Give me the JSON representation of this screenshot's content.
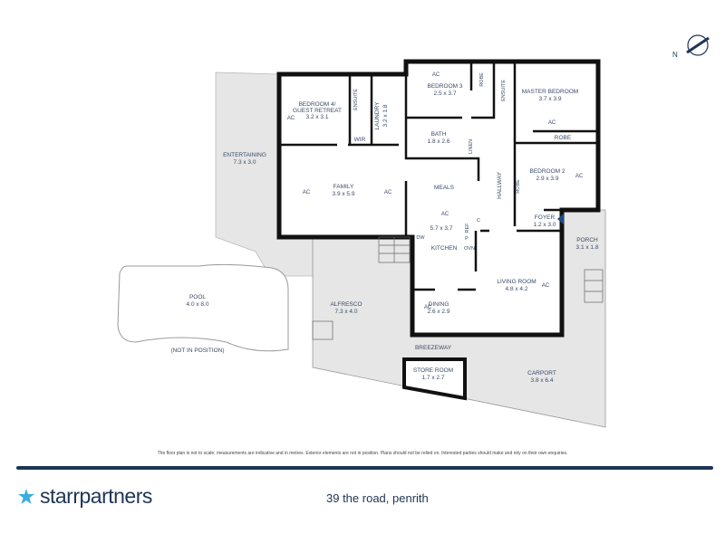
{
  "plan": {
    "compass_label": "N",
    "rooms": {
      "bedroom4": {
        "name": "BEDROOM 4/",
        "name2": "GUEST RETREAT",
        "dims": "3.2 x 3.1"
      },
      "ensuite1": {
        "name": "ENSUITE"
      },
      "wir": {
        "name": "WIR"
      },
      "laundry": {
        "name": "LAUNDRY",
        "dims": "3.2 x 1.8"
      },
      "bedroom3": {
        "name": "BEDROOM 3",
        "dims": "2.5 x 3.7"
      },
      "robe1": {
        "name": "ROBE"
      },
      "ensuite2": {
        "name": "ENSUITE"
      },
      "master": {
        "name": "MASTER BEDROOM",
        "dims": "3.7 x 3.9"
      },
      "robe2": {
        "name": "ROBE"
      },
      "bath": {
        "name": "BATH",
        "dims": "1.8 x 2.6"
      },
      "linen": {
        "name": "LINEN"
      },
      "hallway": {
        "name": "HALLWAY"
      },
      "robe3": {
        "name": "ROBE"
      },
      "bedroom2": {
        "name": "BEDROOM 2",
        "dims": "2.9 x 3.9"
      },
      "entertaining": {
        "name": "ENTERTAINING",
        "dims": "7.3 x 3.0"
      },
      "family": {
        "name": "FAMILY",
        "dims": "3.9 x 5.9"
      },
      "meals": {
        "name": "MEALS",
        "dims": "5.7 x 3.7"
      },
      "kitchen": {
        "name": "KITCHEN"
      },
      "dw": {
        "name": "DW"
      },
      "ref": {
        "name": "REF"
      },
      "c": {
        "name": "C"
      },
      "p": {
        "name": "P"
      },
      "ovn": {
        "name": "OVN"
      },
      "foyer": {
        "name": "FOYER",
        "dims": "1.2 x 3.0"
      },
      "porch": {
        "name": "PORCH",
        "dims": "3.1 x 1.8"
      },
      "living": {
        "name": "LIVING ROOM",
        "dims": "4.8 x 4.2"
      },
      "dining": {
        "name": "DINING",
        "dims": "2.6 x 2.9"
      },
      "alfresco": {
        "name": "ALFRESCO",
        "dims": "7.3 x 4.0"
      },
      "pool": {
        "name": "POOL",
        "dims": "4.0 x 8.0",
        "note": "(NOT IN POSITION)"
      },
      "breezeway": {
        "name": "BREEZEWAY"
      },
      "store": {
        "name": "STORE ROOM",
        "dims": "1.7 x 2.7"
      },
      "carport": {
        "name": "CARPORT",
        "dims": "3.8 x 6.4"
      }
    },
    "ac_label": "AC"
  },
  "footer": {
    "disclaimer": "The floor plan is not to scale; measurements are indicative and in metres. Exterior elements are not in position. Plans should not be relied on. Interested parties should make and rely on their own enquiries.",
    "logo": "starrpartners",
    "address": "39 the road, penrith"
  },
  "colors": {
    "wall": "#111111",
    "outdoor": "#e6e6e6",
    "brand_navy": "#1e3553",
    "brand_blue": "#3aaee0",
    "entry_marker": "#1e4a8a"
  }
}
